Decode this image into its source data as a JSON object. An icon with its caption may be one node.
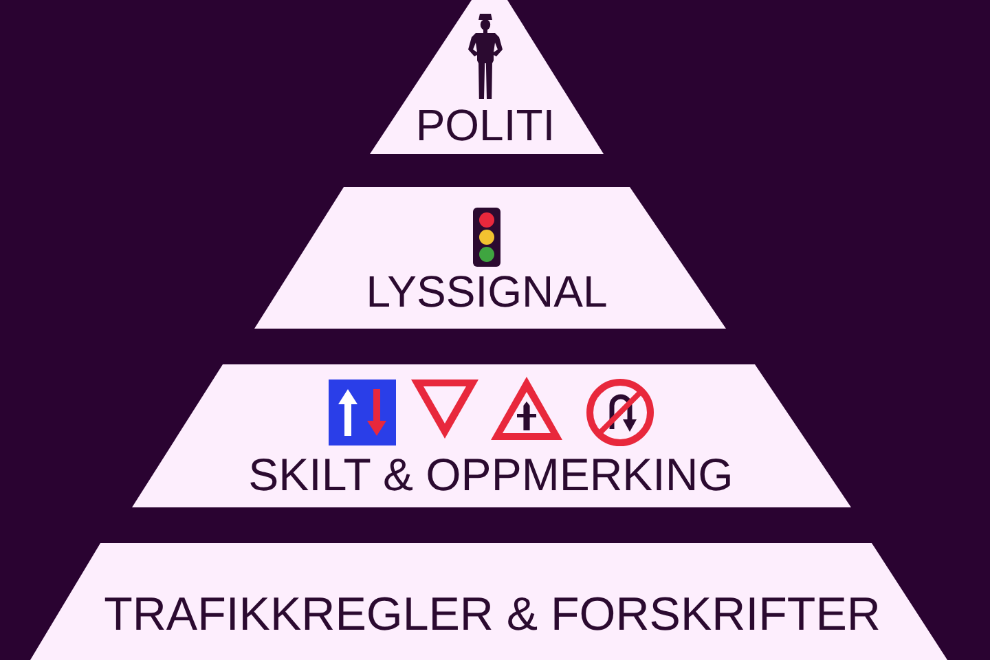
{
  "diagram": {
    "nodes": [
      {
        "text": [
          "POLITI"
        ]
      },
      {
        "text": [
          "LYSSIGNAL"
        ]
      },
      {
        "text": [
          "SKILT & OPPMERKING"
        ]
      },
      {
        "text": [
          "TRAFIKKREGLER & FORSKRIFTER"
        ]
      }
    ]
  }
}
